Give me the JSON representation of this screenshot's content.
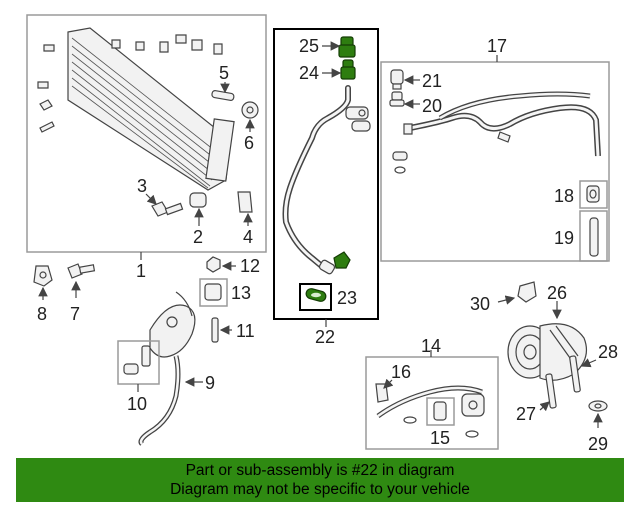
{
  "callouts": [
    "1",
    "2",
    "3",
    "4",
    "5",
    "6",
    "7",
    "8",
    "9",
    "10",
    "11",
    "12",
    "13",
    "14",
    "15",
    "16",
    "17",
    "18",
    "19",
    "20",
    "21",
    "22",
    "23",
    "24",
    "25",
    "26",
    "27",
    "28",
    "29",
    "30"
  ],
  "colors": {
    "highlight": "#2e7d10",
    "banner": "#2f8a12"
  },
  "banner": {
    "line1": "Part or sub-assembly is #22 in diagram",
    "line2": "Diagram may not be specific to your vehicle"
  }
}
